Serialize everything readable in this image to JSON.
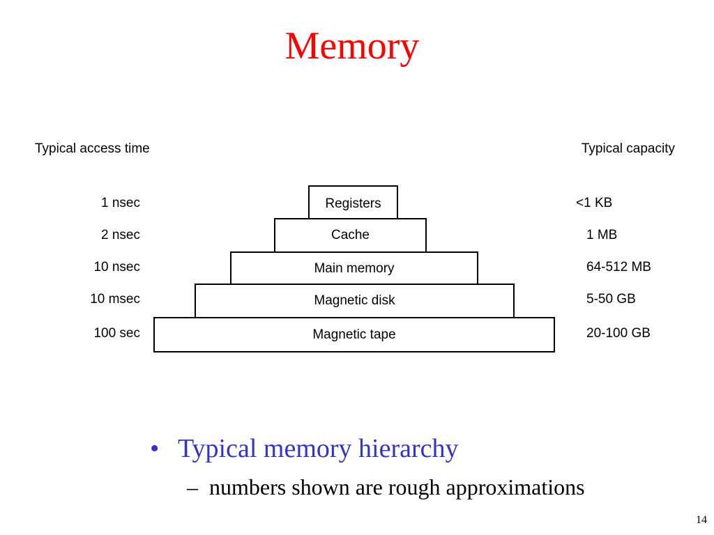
{
  "slide": {
    "title": "Memory",
    "page_number": "14"
  },
  "diagram": {
    "left_header": "Typical access time",
    "right_header": "Typical capacity",
    "levels": [
      {
        "name": "Registers",
        "access_time": "1 nsec",
        "capacity": "<1 KB"
      },
      {
        "name": "Cache",
        "access_time": "2 nsec",
        "capacity": "1 MB"
      },
      {
        "name": "Main memory",
        "access_time": "10 nsec",
        "capacity": "64-512 MB"
      },
      {
        "name": "Magnetic disk",
        "access_time": "10 msec",
        "capacity": "5-50 GB"
      },
      {
        "name": "Magnetic tape",
        "access_time": "100 sec",
        "capacity": "20-100 GB"
      }
    ]
  },
  "bullets": {
    "bullet_symbol": "•",
    "main": "Typical memory hierarchy",
    "dash_symbol": "–",
    "sub": "numbers shown are rough approximations"
  }
}
